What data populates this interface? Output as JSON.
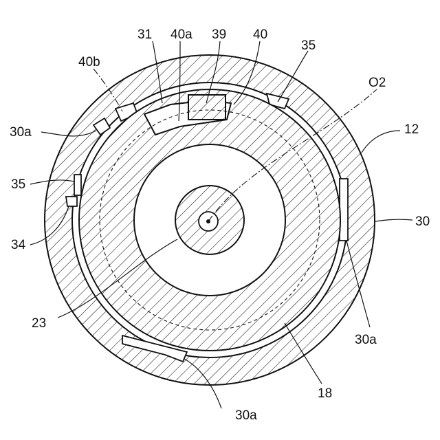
{
  "labels": {
    "l31": "31",
    "l40a": "40a",
    "l39": "39",
    "l40": "40",
    "l35_top": "35",
    "l40b": "40b",
    "lO2": "O2",
    "l30a_left": "30a",
    "l12": "12",
    "l35_left": "35",
    "l30": "30",
    "l34": "34",
    "l23": "23",
    "l30a_right": "30a",
    "l18": "18",
    "l30a_bottom": "30a"
  }
}
